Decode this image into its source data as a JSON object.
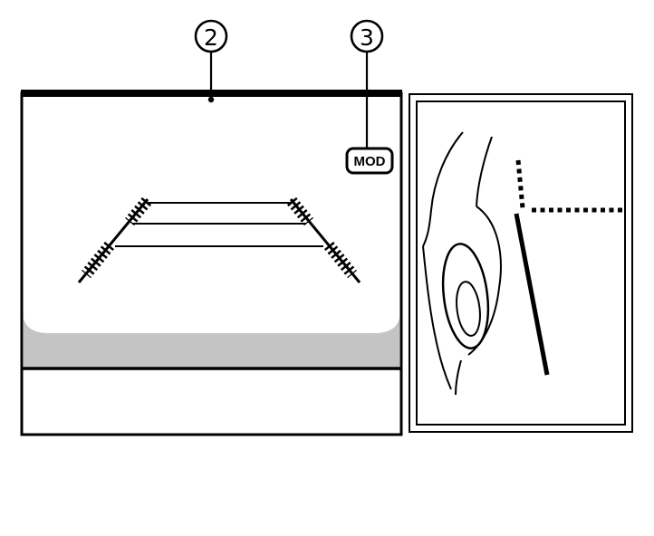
{
  "diagram": {
    "title_hint": "rear-view-and-side-camera-display",
    "callouts": [
      {
        "id": "callout-2",
        "number": "2"
      },
      {
        "id": "callout-3",
        "number": "3"
      }
    ],
    "mod_button_label": "MOD",
    "colors": {
      "line": "#000000",
      "bumper_gray": "#c4c4c4",
      "background": "#ffffff"
    }
  }
}
